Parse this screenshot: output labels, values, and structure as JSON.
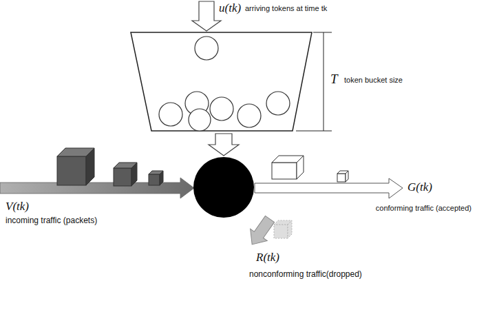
{
  "diagram": {
    "labels": [
      "u(tk)",
      "arriving tokens at time tk",
      "T",
      "token bucket size",
      "V(tk)",
      "incoming traffic (packets)",
      "G(tk)",
      "conforming traffic (accepted)",
      "R(tk)",
      "nonconforming traffic(dropped)"
    ]
  }
}
